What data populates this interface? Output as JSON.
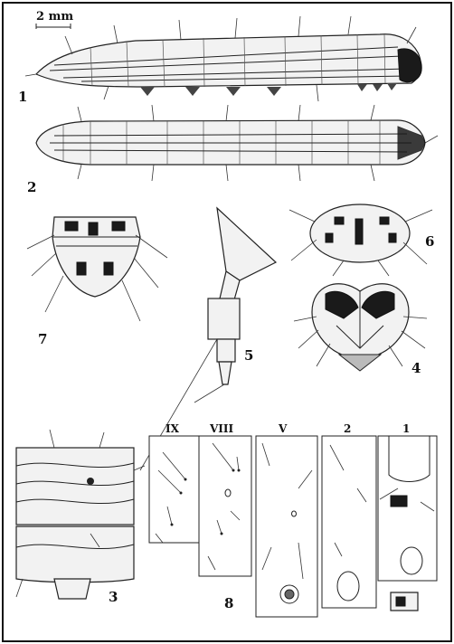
{
  "scale_bar": {
    "label": "2 mm"
  },
  "figures": {
    "fig1": "1",
    "fig2": "2",
    "fig3": "3",
    "fig4": "4",
    "fig5": "5",
    "fig6": "6",
    "fig7": "7",
    "fig8": "8"
  },
  "segment_labels": {
    "ix": "IX",
    "viii": "VIII",
    "v": "V",
    "s2": "2",
    "s1": "1"
  }
}
